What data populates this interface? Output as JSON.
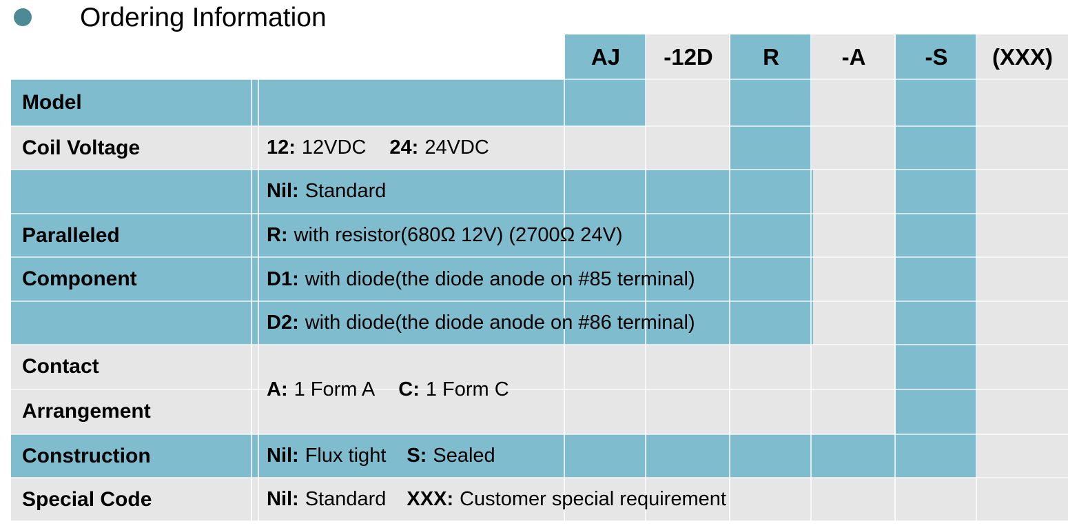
{
  "slide": {
    "title": "Ordering Information",
    "bullet_icon": "bullet-dot-icon",
    "accent_color": "#4D8A95",
    "teal_color": "#7FBCCE",
    "gray_color": "#E6E6E6"
  },
  "part_number_header": {
    "segments": [
      {
        "code": "AJ",
        "highlight": "teal"
      },
      {
        "code": "-12D",
        "highlight": "gray"
      },
      {
        "code": "R",
        "highlight": "teal"
      },
      {
        "code": "-A",
        "highlight": "gray"
      },
      {
        "code": "-S",
        "highlight": "teal"
      },
      {
        "code": "(XXX)",
        "highlight": "gray"
      }
    ]
  },
  "rows": [
    {
      "label": "Model",
      "lines": [
        {
          "text": ""
        }
      ]
    },
    {
      "label": "Coil Voltage",
      "lines": [
        {
          "code1": "12:",
          "desc1": "12VDC",
          "code2": "24:",
          "desc2": "24VDC"
        }
      ]
    },
    {
      "label": "Paralleled Component",
      "label_line1": "Paralleled",
      "label_line2": "Component",
      "lines": [
        {
          "code": "Nil:",
          "desc": "Standard"
        },
        {
          "code": "R:",
          "desc": "with resistor(680Ω 12V) (2700Ω 24V)"
        },
        {
          "code": "D1:",
          "desc": "with diode(the diode anode on #85 terminal)"
        },
        {
          "code": "D2:",
          "desc": "with diode(the diode anode on #86 terminal)"
        }
      ]
    },
    {
      "label": "Contact Arrangement",
      "label_line1": "Contact",
      "label_line2": "Arrangement",
      "lines": [
        {
          "code1": "A:",
          "desc1": "1 Form A",
          "code2": "C:",
          "desc2": "1 Form C"
        }
      ]
    },
    {
      "label": "Construction",
      "lines": [
        {
          "code1": "Nil:",
          "desc1": "Flux tight",
          "code2": "S:",
          "desc2": "Sealed"
        }
      ]
    },
    {
      "label": "Special Code",
      "lines": [
        {
          "code1": "Nil:",
          "desc1": "Standard",
          "code2": "XXX:",
          "desc2": "Customer special requirement"
        }
      ]
    }
  ]
}
